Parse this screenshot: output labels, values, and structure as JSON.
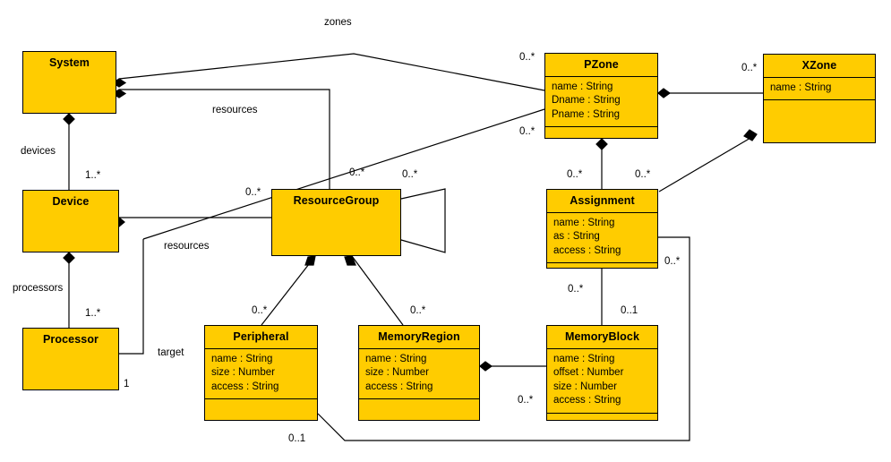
{
  "diagram": {
    "type": "uml-class-diagram",
    "palette": {
      "class_fill": "#FFCC00",
      "line": "#000000",
      "background": "#FFFFFF"
    },
    "classes": [
      {
        "id": "system",
        "name": "System",
        "attributes": [],
        "compartments": 1
      },
      {
        "id": "device",
        "name": "Device",
        "attributes": [],
        "compartments": 1
      },
      {
        "id": "processor",
        "name": "Processor",
        "attributes": [],
        "compartments": 1
      },
      {
        "id": "resourcegroup",
        "name": "ResourceGroup",
        "attributes": [],
        "compartments": 1
      },
      {
        "id": "pzone",
        "name": "PZone",
        "attributes": [
          "name : String",
          "Dname : String",
          "Pname : String"
        ],
        "compartments": 3
      },
      {
        "id": "xzone",
        "name": "XZone",
        "attributes": [
          "name : String"
        ],
        "compartments": 3
      },
      {
        "id": "assignment",
        "name": "Assignment",
        "attributes": [
          "name : String",
          "as : String",
          "access : String"
        ],
        "compartments": 3
      },
      {
        "id": "peripheral",
        "name": "Peripheral",
        "attributes": [
          "name : String",
          "size : Number",
          "access : String"
        ],
        "compartments": 3
      },
      {
        "id": "memoryregion",
        "name": "MemoryRegion",
        "attributes": [
          "name : String",
          "size : Number",
          "access : String"
        ],
        "compartments": 3
      },
      {
        "id": "memoryblock",
        "name": "MemoryBlock",
        "attributes": [
          "name : String",
          "offset : Number",
          "size : Number",
          "access : String"
        ],
        "compartments": 3
      }
    ],
    "role_labels": [
      {
        "id": "zones",
        "text": "zones"
      },
      {
        "id": "resources-top",
        "text": "resources"
      },
      {
        "id": "devices",
        "text": "devices"
      },
      {
        "id": "resources-mid",
        "text": "resources"
      },
      {
        "id": "processors",
        "text": "processors"
      },
      {
        "id": "target",
        "text": "target"
      }
    ],
    "multiplicities": [
      {
        "id": "m-pzone-zones",
        "text": "0..*"
      },
      {
        "id": "m-pzone-assign-src",
        "text": "0..*"
      },
      {
        "id": "m-xzone",
        "text": "0..*"
      },
      {
        "id": "m-devices",
        "text": "1..*"
      },
      {
        "id": "m-processors",
        "text": "1..*"
      },
      {
        "id": "m-rg-top",
        "text": "0..*"
      },
      {
        "id": "m-rg-self",
        "text": "0..*"
      },
      {
        "id": "m-rg-left",
        "text": "0..*"
      },
      {
        "id": "m-assign-pzone",
        "text": "0..*"
      },
      {
        "id": "m-assign-xzone",
        "text": "0..*"
      },
      {
        "id": "m-assign-right",
        "text": "0..*"
      },
      {
        "id": "m-assign-block",
        "text": "0..*"
      },
      {
        "id": "m-block-top",
        "text": "0..1"
      },
      {
        "id": "m-peripheral",
        "text": "0..*"
      },
      {
        "id": "m-memoryregion",
        "text": "0..*"
      },
      {
        "id": "m-memblock-left",
        "text": "0..*"
      },
      {
        "id": "m-processor-one",
        "text": "1"
      },
      {
        "id": "m-peripheral-target",
        "text": "0..1"
      }
    ]
  }
}
